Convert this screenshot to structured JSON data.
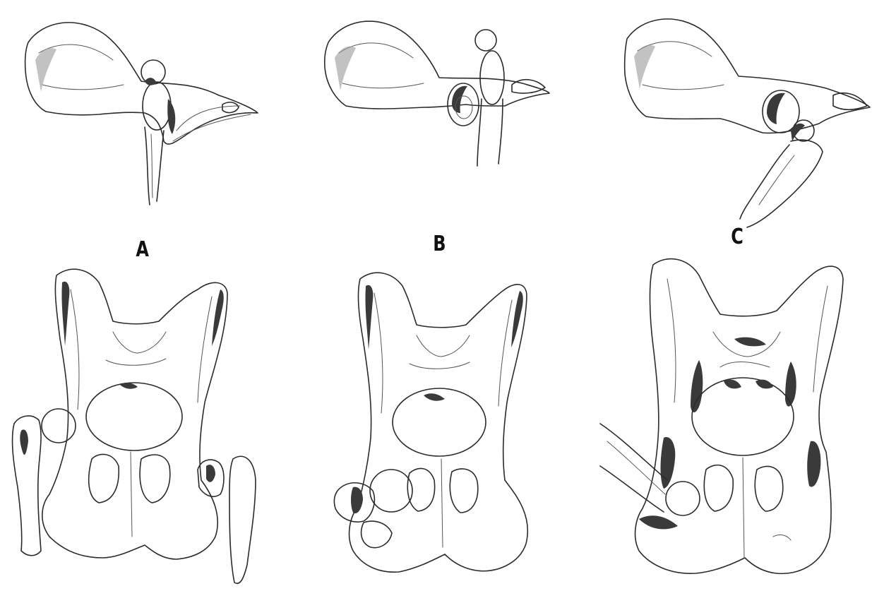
{
  "labels": {
    "a": "A",
    "b": "B",
    "c": "C"
  },
  "colors": {
    "background": "#ffffff",
    "ink": "#2b2b2b"
  }
}
